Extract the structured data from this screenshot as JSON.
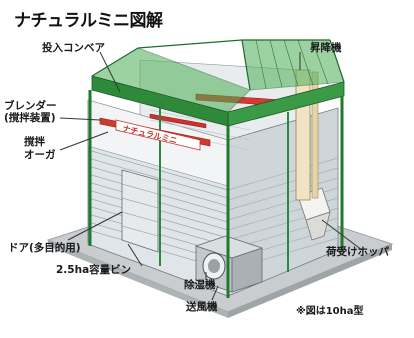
{
  "title": "ナチュラルミニ図解",
  "labels": {
    "conveyor": "投入コンベア",
    "elevator": "昇降機",
    "blender": "ブレンダー",
    "blender_sub": "(撹拌装置)",
    "auger_1": "撹拌",
    "auger_2": "オーガ",
    "door": "ドア(多目的用)",
    "bin": "2.5ha容量ビン",
    "hopper": "荷受けホッパ",
    "dehumidifier": "除湿機",
    "blower": "送風機"
  },
  "brand_sign": "ナチュラルミニ",
  "note": "※図は10ha型"
}
